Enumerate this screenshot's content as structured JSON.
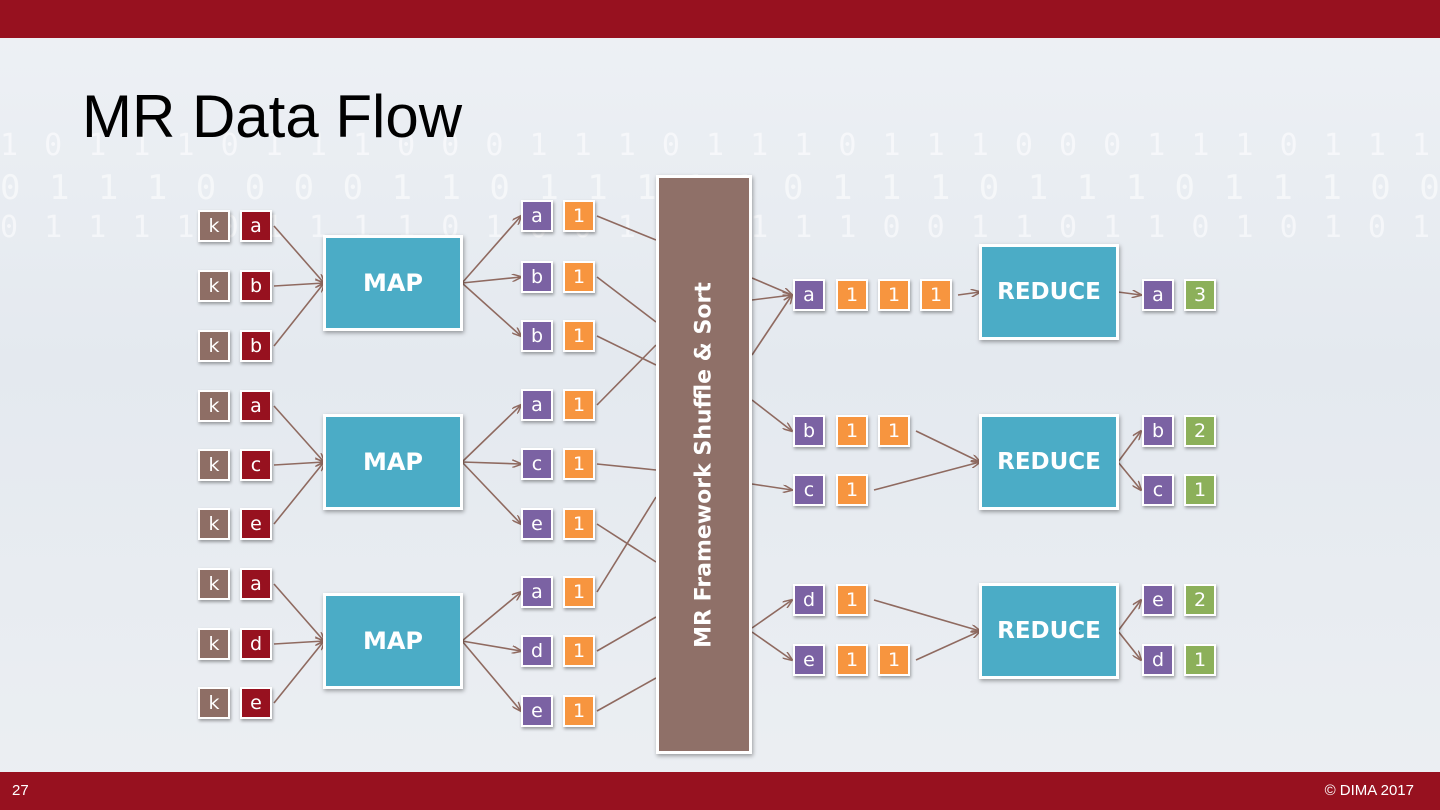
{
  "slide": {
    "title": "MR Data Flow",
    "page_number": "27",
    "copyright": "© DIMA 2017"
  },
  "background_binary": [
    "1 0 1 1 1 0 1 1 1 0 0 0 1 1 1 0 1 1 1 0 1 1 1 0 0 0 1 1 1 0 1 1 1 0 1 1 1 0 1 1 1 0 1 1 1 0 0 1",
    "0 1 1 1 0 0 0 0 1 1 0 1 1 1 1 1 0 1 1 1 0 1 1 1 0 1 1 1 0 0 0 1 1 0 1 1 0 1 0 0 0 1 1 0 1 1 1 1 0 0 0 1 1",
    "0 1 1 1 1 0 1 1 1 1 0 1 0 0 1 1 0 1 1 1 0 0 1 1 0 1 1 0 1 0 1 0 1 0 1 1 0 1 1 0 1 1 1 0 1 0 0 0 1"
  ],
  "shuffle_label": "MR Framework Shuffle & Sort",
  "map_label": "MAP",
  "reduce_label": "REDUCE",
  "inputs": [
    {
      "key": "k",
      "value": "a"
    },
    {
      "key": "k",
      "value": "b"
    },
    {
      "key": "k",
      "value": "b"
    },
    {
      "key": "k",
      "value": "a"
    },
    {
      "key": "k",
      "value": "c"
    },
    {
      "key": "k",
      "value": "e"
    },
    {
      "key": "k",
      "value": "a"
    },
    {
      "key": "k",
      "value": "d"
    },
    {
      "key": "k",
      "value": "e"
    }
  ],
  "map_outputs": [
    {
      "key": "a",
      "value": "1"
    },
    {
      "key": "b",
      "value": "1"
    },
    {
      "key": "b",
      "value": "1"
    },
    {
      "key": "a",
      "value": "1"
    },
    {
      "key": "c",
      "value": "1"
    },
    {
      "key": "e",
      "value": "1"
    },
    {
      "key": "a",
      "value": "1"
    },
    {
      "key": "d",
      "value": "1"
    },
    {
      "key": "e",
      "value": "1"
    }
  ],
  "grouped": [
    {
      "key": "a",
      "values": [
        "1",
        "1",
        "1"
      ]
    },
    {
      "key": "b",
      "values": [
        "1",
        "1"
      ]
    },
    {
      "key": "c",
      "values": [
        "1"
      ]
    },
    {
      "key": "d",
      "values": [
        "1"
      ]
    },
    {
      "key": "e",
      "values": [
        "1",
        "1"
      ]
    }
  ],
  "results": [
    {
      "key": "a",
      "value": "3"
    },
    {
      "key": "b",
      "value": "2"
    },
    {
      "key": "c",
      "value": "1"
    },
    {
      "key": "e",
      "value": "2"
    },
    {
      "key": "d",
      "value": "1"
    }
  ],
  "colors": {
    "bar": "#97111f",
    "input_key": "#8e6e65",
    "input_value": "#97111f",
    "pair_key": "#7b62a3",
    "pair_one": "#f7953f",
    "result_value": "#8cb05a",
    "process_box": "#4bacc6",
    "shuffle_box": "#8f7068",
    "arrow": "#8f6a60"
  }
}
